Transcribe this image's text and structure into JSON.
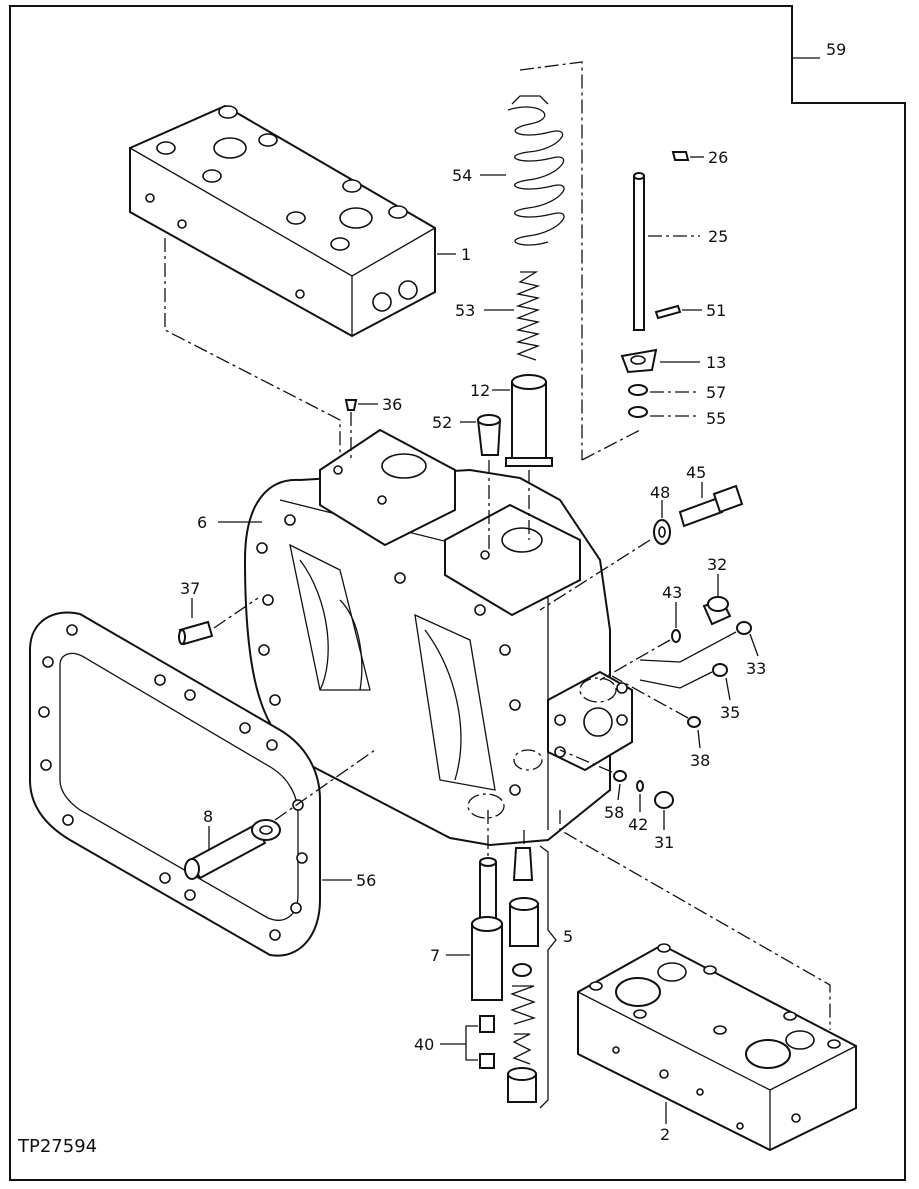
{
  "figure_id": "TP27594",
  "callouts": {
    "c1": "1",
    "c2": "2",
    "c5": "5",
    "c6": "6",
    "c7": "7",
    "c8": "8",
    "c12": "12",
    "c13": "13",
    "c25": "25",
    "c26": "26",
    "c31": "31",
    "c32": "32",
    "c33": "33",
    "c35": "35",
    "c36": "36",
    "c37": "37",
    "c38": "38",
    "c40": "40",
    "c42": "42",
    "c43": "43",
    "c45": "45",
    "c48": "48",
    "c51": "51",
    "c52": "52",
    "c53": "53",
    "c54": "54",
    "c55": "55",
    "c56": "56",
    "c57": "57",
    "c58": "58",
    "c59": "59"
  }
}
